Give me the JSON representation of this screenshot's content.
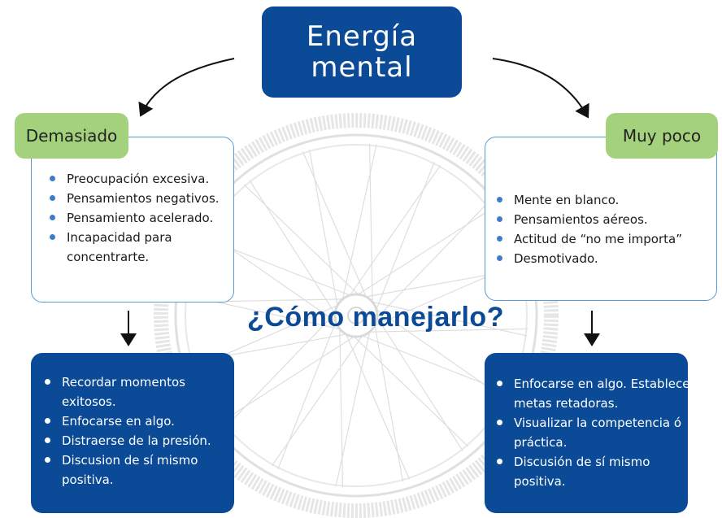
{
  "title": {
    "line1": "Energía",
    "line2": "mental"
  },
  "question": "¿Cómo manejarlo?",
  "left": {
    "tag": "Demasiado",
    "symptoms": [
      "Preocupación excesiva.",
      "Pensamientos negativos.",
      "Pensamiento acelerado.",
      "Incapacidad para concentrarte."
    ],
    "strategies": [
      "Recordar momentos exitosos.",
      "Enfocarse en algo.",
      "Distraerse de la presión.",
      "Discusion de sí mismo positiva."
    ]
  },
  "right": {
    "tag": "Muy poco",
    "symptoms": [
      "Mente en blanco.",
      "Pensamientos aéreos.",
      "Actitud de “no me importa”",
      "Desmotivado."
    ],
    "strategies": [
      "Enfocarse en algo. Establecer metas retadoras.",
      "Visualizar la competencia ó práctica.",
      "Discusión de sí mismo positiva."
    ]
  },
  "colors": {
    "dark_blue": "#0a4a96",
    "green": "#a4d27c",
    "outline_blue": "#5b9bd5",
    "bullet_blue": "#3d7cc9"
  },
  "background_icon": "bicycle-wheel-icon"
}
